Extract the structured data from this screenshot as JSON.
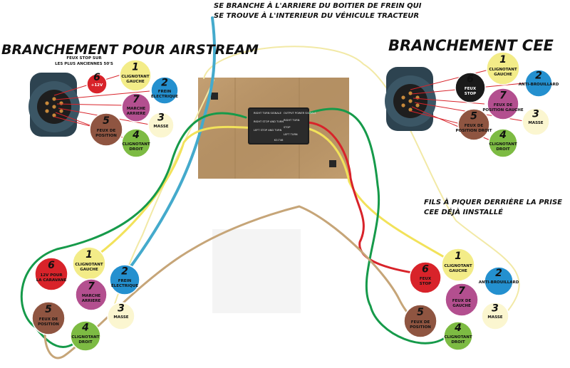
{
  "top_note": {
    "line1": "SE BRANCHE À L'ARRIERE DU BOITIER DE FREIN QUI",
    "line2": "SE TROUVE À L'INTERIEUR DU VÉHICULE TRACTEUR"
  },
  "left": {
    "title": "BRANCHEMENT POUR AIRSTREAM",
    "footnote_line1": "FEUX STOP SUR",
    "footnote_line2": "LES PLUS ANCIENNES 50'S"
  },
  "right": {
    "title": "BRANCHEMENT CEE",
    "note_line1": "FILS À PIQUER DERRIÈRE LA PRISE",
    "note_line2": "CEE DÉJÀ IINSTALLÉ"
  },
  "box": {
    "left_labels": [
      "RIGHT TURN SIGNALE",
      "RIGHT STOP AND TURN",
      "LEFT STOP AND TURN"
    ],
    "right_labels": [
      "OUTPUT POWER SIGNALE",
      "RIGHT TURN",
      "STOP",
      "LEFT TURN"
    ],
    "brand": "KO-T46"
  },
  "pins_top_left": [
    {
      "num": "1",
      "label": "CLIGNOTANT GAUCHE",
      "color": "#f3ec88",
      "text": "#111"
    },
    {
      "num": "2",
      "label": "FREIN ÉLECTRIQUE",
      "color": "#2490cf",
      "text": "#111"
    },
    {
      "num": "3",
      "label": "MASSE",
      "color": "#fbf6d0",
      "text": "#111"
    },
    {
      "num": "4",
      "label": "CLIGNOTANT DROIT",
      "color": "#7dbb43",
      "text": "#111"
    },
    {
      "num": "5",
      "label": "FEUX DE POSITION",
      "color": "#8f5541",
      "text": "#111"
    },
    {
      "num": "6",
      "label": "+12V",
      "color": "#d8232a",
      "text": "#fff"
    },
    {
      "num": "7",
      "label": "MARCHE ARRIERE",
      "color": "#b34f8f",
      "text": "#111"
    }
  ],
  "pins_top_right": [
    {
      "num": "1",
      "label": "CLIGNOTANT GAUCHE",
      "color": "#f3ec88",
      "text": "#111"
    },
    {
      "num": "2",
      "label": "ANTI-BROUILLARD",
      "color": "#2490cf",
      "text": "#111"
    },
    {
      "num": "3",
      "label": "MASSE",
      "color": "#fbf6d0",
      "text": "#111"
    },
    {
      "num": "4",
      "label": "CLIGNOTANT DROIT",
      "color": "#7dbb43",
      "text": "#111"
    },
    {
      "num": "5",
      "label": "FEUX DE POSITION DROIT",
      "color": "#8f5541",
      "text": "#111"
    },
    {
      "num": "6",
      "label": "FEUX STOP",
      "color": "#1a1a1a",
      "text": "#fff"
    },
    {
      "num": "7",
      "label": "FEUX DE POSITION GAUCHE",
      "color": "#b34f8f",
      "text": "#111"
    }
  ],
  "pins_bottom_left": [
    {
      "num": "1",
      "label": "CLIGNOTANT GAUCHE",
      "color": "#f3ec88",
      "text": "#111"
    },
    {
      "num": "2",
      "label": "FREIN ÉLECTRIQUE",
      "color": "#2490cf",
      "text": "#111"
    },
    {
      "num": "3",
      "label": "MASSE",
      "color": "#fbf6d0",
      "text": "#111"
    },
    {
      "num": "4",
      "label": "CLIGNOTANT DROIT",
      "color": "#7dbb43",
      "text": "#111"
    },
    {
      "num": "5",
      "label": "FEUX DE POSITION",
      "color": "#8f5541",
      "text": "#111"
    },
    {
      "num": "6",
      "label": "12V POUR LA CARAVANE",
      "color": "#d8232a",
      "text": "#111"
    },
    {
      "num": "7",
      "label": "MARCHE ARRIERE",
      "color": "#b34f8f",
      "text": "#111"
    }
  ],
  "pins_bottom_right": [
    {
      "num": "1",
      "label": "CLIGNOTANT GAUCHE",
      "color": "#f3ec88",
      "text": "#111"
    },
    {
      "num": "2",
      "label": "ANTI-BROUILLARD",
      "color": "#2490cf",
      "text": "#111"
    },
    {
      "num": "3",
      "label": "MASSE",
      "color": "#fbf6d0",
      "text": "#111"
    },
    {
      "num": "4",
      "label": "CLIGNOTANT DROIT",
      "color": "#7dbb43",
      "text": "#111"
    },
    {
      "num": "5",
      "label": "FEUX DE POSITION",
      "color": "#8f5541",
      "text": "#111"
    },
    {
      "num": "6",
      "label": "FEUX STOP",
      "color": "#d8232a",
      "text": "#111"
    },
    {
      "num": "7",
      "label": "FEUX DE GAUCHE",
      "color": "#b34f8f",
      "text": "#111"
    }
  ]
}
